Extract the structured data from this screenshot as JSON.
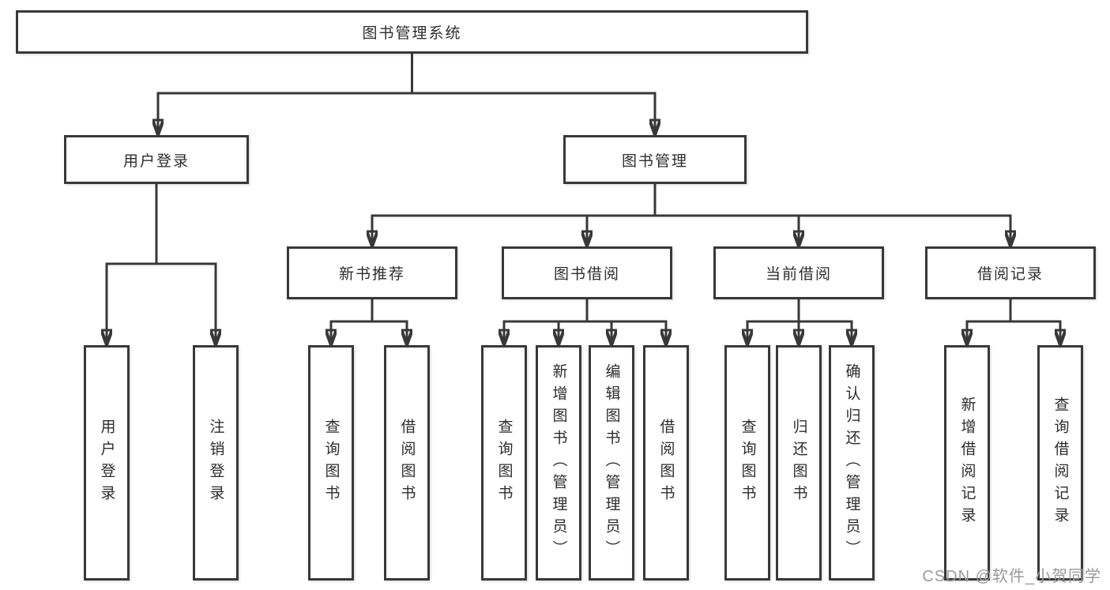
{
  "diagram_type": "tree",
  "colors": {
    "line": "#383838",
    "text": "#2d2d2d",
    "watermark": "#9a9a9a",
    "background": "#ffffff"
  },
  "tree": {
    "root": {
      "label": "图书管理系统"
    },
    "children": [
      {
        "label": "用户登录",
        "children": [
          {
            "label": "用户登录"
          },
          {
            "label": "注销登录"
          }
        ]
      },
      {
        "label": "图书管理",
        "children": [
          {
            "label": "新书推荐",
            "children": [
              {
                "label": "查询图书"
              },
              {
                "label": "借阅图书"
              }
            ]
          },
          {
            "label": "图书借阅",
            "children": [
              {
                "label": "查询图书"
              },
              {
                "label": "新增图书（管理员）"
              },
              {
                "label": "编辑图书（管理员）"
              },
              {
                "label": "借阅图书"
              }
            ]
          },
          {
            "label": "当前借阅",
            "children": [
              {
                "label": "查询图书"
              },
              {
                "label": "归还图书"
              },
              {
                "label": "确认归还（管理员）"
              }
            ]
          },
          {
            "label": "借阅记录",
            "children": [
              {
                "label": "新增借阅记录"
              },
              {
                "label": "查询借阅记录"
              }
            ]
          }
        ]
      }
    ]
  },
  "watermark": {
    "text": "CSDN @软件_小贺同学"
  }
}
